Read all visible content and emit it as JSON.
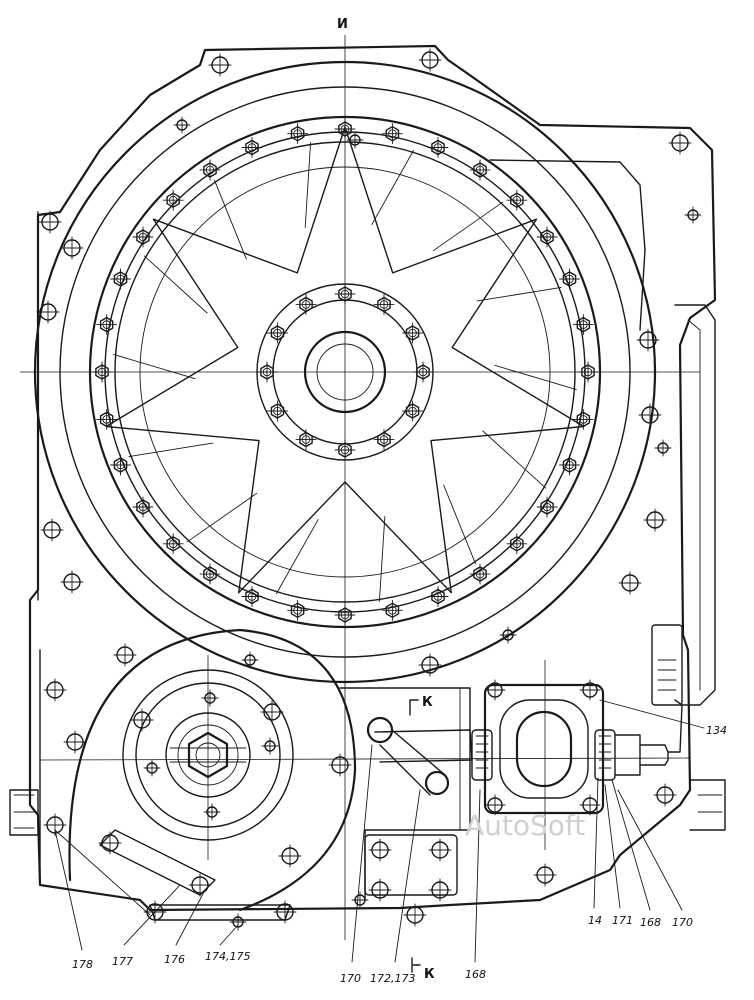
{
  "section_mark_top": "И",
  "section_mark_k": "К",
  "watermark": "AutoSoft",
  "callouts": [
    "178",
    "177",
    "176",
    "174,175",
    "170",
    "172,173",
    "168",
    "14",
    "171",
    "168",
    "170",
    "134"
  ],
  "colors": {
    "ink": "#1a1a1a",
    "paper": "#ffffff"
  }
}
